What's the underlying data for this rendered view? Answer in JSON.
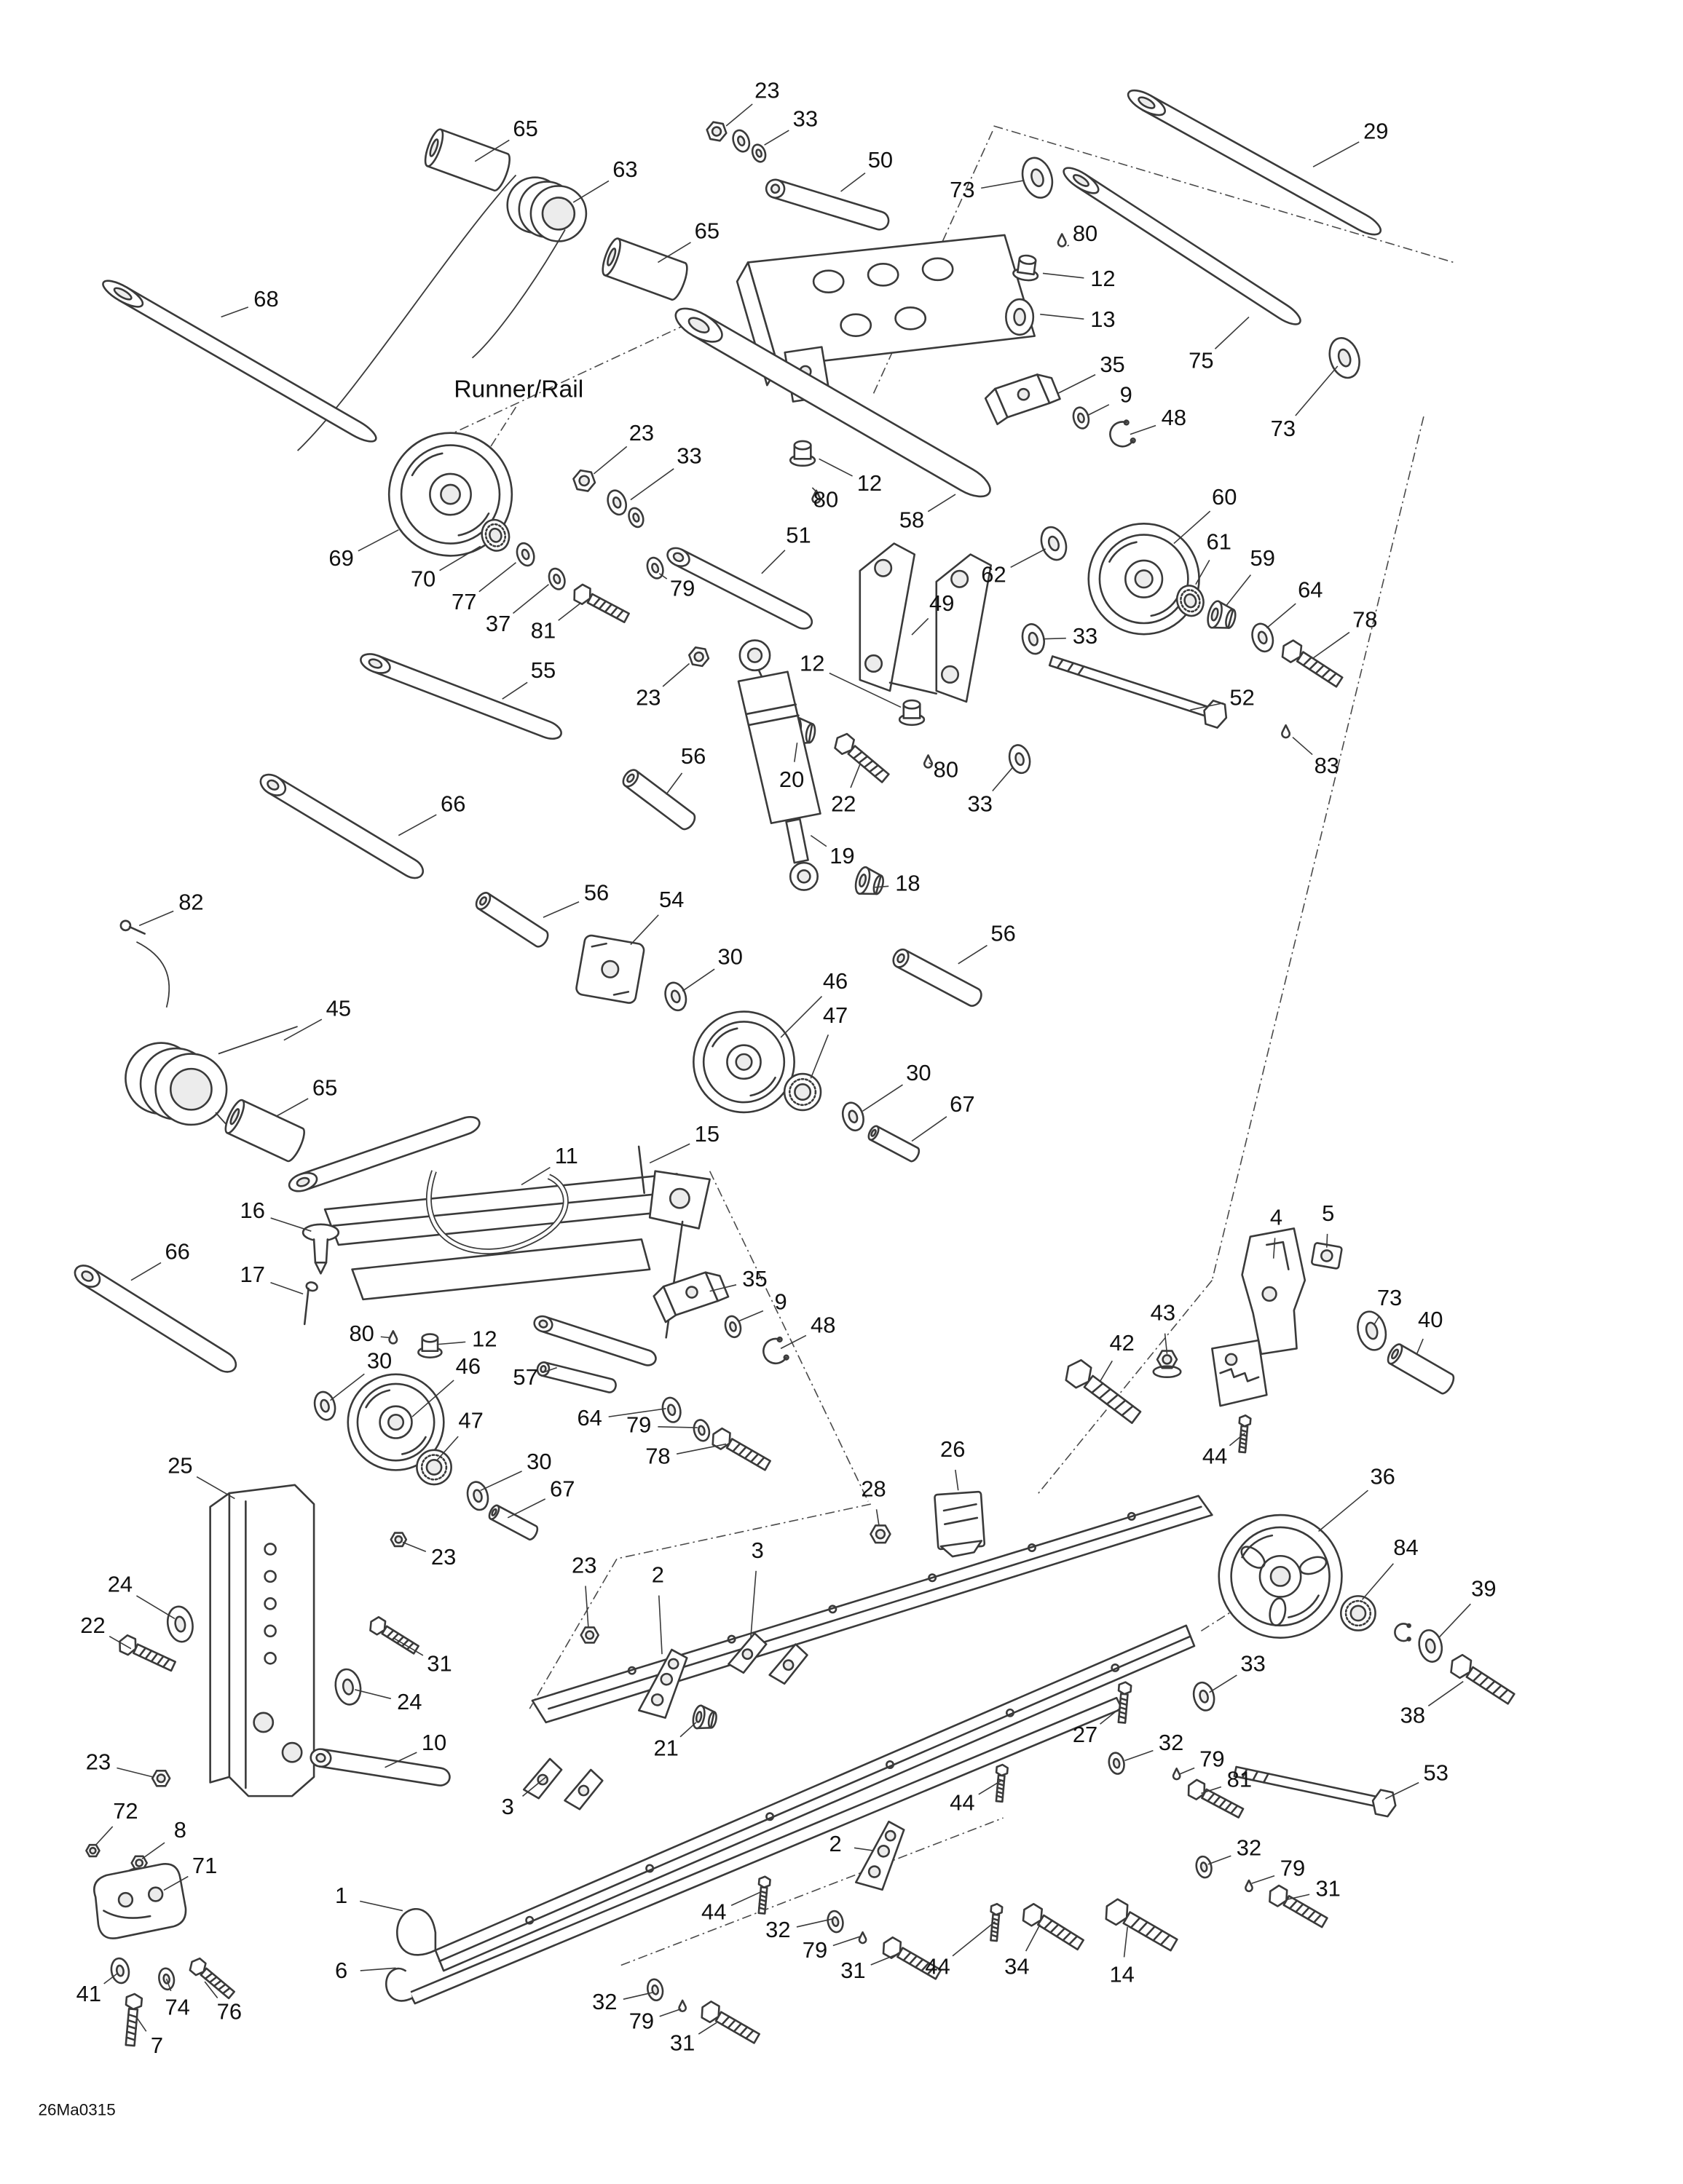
{
  "diagram": {
    "runner_rail_label": "Runner/Rail",
    "doc_code": "26Ma0315"
  },
  "colors": {
    "line": "#3a3a3a",
    "background": "#ffffff",
    "label_text": "#111111"
  },
  "labels": [
    [
      "65",
      385,
      95,
      348,
      118
    ],
    [
      "63",
      458,
      125,
      420,
      148
    ],
    [
      "23",
      562,
      67,
      532,
      92
    ],
    [
      "33",
      590,
      88,
      560,
      106
    ],
    [
      "50",
      645,
      118,
      616,
      140
    ],
    [
      "73",
      705,
      140,
      750,
      132
    ],
    [
      "29",
      1008,
      97,
      962,
      122
    ],
    [
      "65",
      518,
      170,
      482,
      192
    ],
    [
      "80",
      795,
      172,
      782,
      180
    ],
    [
      "12",
      808,
      205,
      764,
      200
    ],
    [
      "68",
      195,
      220,
      162,
      232
    ],
    [
      "13",
      808,
      235,
      762,
      230
    ],
    [
      "35",
      815,
      268,
      775,
      288
    ],
    [
      "9",
      825,
      290,
      797,
      304
    ],
    [
      "48",
      860,
      307,
      828,
      318
    ],
    [
      "75",
      880,
      265,
      915,
      232
    ],
    [
      "73",
      940,
      315,
      980,
      268
    ],
    [
      "23",
      470,
      318,
      435,
      347
    ],
    [
      "33",
      505,
      335,
      462,
      366
    ],
    [
      "60",
      897,
      365,
      860,
      398
    ],
    [
      "12",
      637,
      355,
      600,
      336
    ],
    [
      "80",
      605,
      367,
      600,
      362
    ],
    [
      "58",
      668,
      382,
      700,
      362
    ],
    [
      "61",
      893,
      398,
      876,
      428
    ],
    [
      "59",
      925,
      410,
      898,
      444
    ],
    [
      "51",
      585,
      393,
      558,
      420
    ],
    [
      "62",
      728,
      422,
      766,
      402
    ],
    [
      "64",
      960,
      433,
      928,
      460
    ],
    [
      "78",
      1000,
      455,
      962,
      482
    ],
    [
      "69",
      250,
      410,
      292,
      388
    ],
    [
      "70",
      310,
      425,
      352,
      400
    ],
    [
      "77",
      340,
      442,
      378,
      412
    ],
    [
      "37",
      365,
      458,
      402,
      428
    ],
    [
      "81",
      398,
      463,
      425,
      442
    ],
    [
      "79",
      500,
      432,
      483,
      420
    ],
    [
      "49",
      690,
      443,
      668,
      465
    ],
    [
      "33",
      795,
      467,
      764,
      468
    ],
    [
      "55",
      398,
      492,
      368,
      512
    ],
    [
      "23",
      475,
      512,
      505,
      486
    ],
    [
      "12",
      595,
      487,
      660,
      518
    ],
    [
      "52",
      910,
      512,
      872,
      520
    ],
    [
      "20",
      580,
      572,
      584,
      544
    ],
    [
      "22",
      618,
      590,
      630,
      560
    ],
    [
      "83",
      972,
      562,
      947,
      540
    ],
    [
      "56",
      508,
      555,
      488,
      582
    ],
    [
      "80",
      693,
      565,
      683,
      560
    ],
    [
      "33",
      718,
      590,
      742,
      562
    ],
    [
      "19",
      617,
      628,
      594,
      612
    ],
    [
      "18",
      665,
      648,
      641,
      650
    ],
    [
      "66",
      332,
      590,
      292,
      612
    ],
    [
      "56",
      437,
      655,
      398,
      672
    ],
    [
      "54",
      492,
      660,
      462,
      692
    ],
    [
      "82",
      140,
      662,
      102,
      678
    ],
    [
      "30",
      535,
      702,
      500,
      726
    ],
    [
      "46",
      612,
      720,
      572,
      760
    ],
    [
      "47",
      612,
      745,
      594,
      790
    ],
    [
      "56",
      735,
      685,
      702,
      706
    ],
    [
      "30",
      673,
      787,
      632,
      814
    ],
    [
      "67",
      705,
      810,
      668,
      836
    ],
    [
      "45",
      248,
      740,
      208,
      762
    ],
    [
      "65",
      238,
      798,
      202,
      818
    ],
    [
      "11",
      415,
      848,
      382,
      868
    ],
    [
      "15",
      518,
      832,
      476,
      852
    ],
    [
      "16",
      185,
      888,
      228,
      902
    ],
    [
      "17",
      185,
      935,
      222,
      948
    ],
    [
      "66",
      130,
      918,
      96,
      938
    ],
    [
      "80",
      265,
      978,
      285,
      980
    ],
    [
      "12",
      355,
      982,
      320,
      985
    ],
    [
      "35",
      553,
      938,
      520,
      946
    ],
    [
      "9",
      572,
      955,
      541,
      968
    ],
    [
      "48",
      603,
      972,
      572,
      988
    ],
    [
      "30",
      278,
      998,
      242,
      1026
    ],
    [
      "46",
      343,
      1002,
      302,
      1038
    ],
    [
      "57",
      385,
      1010,
      408,
      1002
    ],
    [
      "47",
      345,
      1042,
      320,
      1070
    ],
    [
      "64",
      432,
      1040,
      488,
      1032
    ],
    [
      "79",
      468,
      1045,
      511,
      1046
    ],
    [
      "78",
      482,
      1068,
      532,
      1058
    ],
    [
      "30",
      395,
      1072,
      352,
      1092
    ],
    [
      "67",
      412,
      1092,
      372,
      1112
    ],
    [
      "4",
      935,
      893,
      933,
      922
    ],
    [
      "5",
      973,
      890,
      972,
      914
    ],
    [
      "73",
      1018,
      952,
      1007,
      970
    ],
    [
      "40",
      1048,
      968,
      1038,
      992
    ],
    [
      "42",
      822,
      985,
      806,
      1012
    ],
    [
      "43",
      852,
      963,
      855,
      992
    ],
    [
      "44",
      890,
      1068,
      912,
      1050
    ],
    [
      "25",
      132,
      1075,
      172,
      1098
    ],
    [
      "23",
      325,
      1142,
      295,
      1130
    ],
    [
      "26",
      698,
      1063,
      702,
      1092
    ],
    [
      "28",
      640,
      1092,
      644,
      1118
    ],
    [
      "36",
      1013,
      1083,
      966,
      1122
    ],
    [
      "84",
      1030,
      1135,
      998,
      1172
    ],
    [
      "39",
      1087,
      1165,
      1054,
      1200
    ],
    [
      "24",
      88,
      1162,
      128,
      1186
    ],
    [
      "22",
      68,
      1192,
      96,
      1208
    ],
    [
      "31",
      322,
      1220,
      288,
      1200
    ],
    [
      "24",
      300,
      1248,
      260,
      1238
    ],
    [
      "23",
      428,
      1148,
      431,
      1192
    ],
    [
      "2",
      482,
      1155,
      485,
      1212
    ],
    [
      "3",
      555,
      1137,
      550,
      1200
    ],
    [
      "33",
      918,
      1220,
      886,
      1240
    ],
    [
      "38",
      1035,
      1258,
      1072,
      1232
    ],
    [
      "27",
      795,
      1272,
      820,
      1252
    ],
    [
      "32",
      858,
      1278,
      824,
      1290
    ],
    [
      "79",
      888,
      1290,
      864,
      1300
    ],
    [
      "81",
      908,
      1305,
      880,
      1314
    ],
    [
      "53",
      1052,
      1300,
      1015,
      1318
    ],
    [
      "23",
      72,
      1292,
      112,
      1302
    ],
    [
      "10",
      318,
      1278,
      282,
      1295
    ],
    [
      "21",
      488,
      1282,
      510,
      1262
    ],
    [
      "3",
      372,
      1325,
      400,
      1302
    ],
    [
      "44",
      705,
      1322,
      733,
      1305
    ],
    [
      "2",
      612,
      1352,
      640,
      1356
    ],
    [
      "32",
      915,
      1355,
      885,
      1366
    ],
    [
      "79",
      947,
      1370,
      917,
      1380
    ],
    [
      "31",
      973,
      1385,
      942,
      1392
    ],
    [
      "72",
      92,
      1328,
      70,
      1352
    ],
    [
      "8",
      132,
      1342,
      104,
      1362
    ],
    [
      "71",
      150,
      1368,
      120,
      1385
    ],
    [
      "1",
      250,
      1390,
      295,
      1400
    ],
    [
      "44",
      523,
      1402,
      558,
      1386
    ],
    [
      "32",
      570,
      1415,
      610,
      1406
    ],
    [
      "79",
      597,
      1430,
      630,
      1419
    ],
    [
      "31",
      625,
      1445,
      657,
      1432
    ],
    [
      "44",
      687,
      1442,
      729,
      1408
    ],
    [
      "34",
      745,
      1442,
      762,
      1410
    ],
    [
      "14",
      822,
      1448,
      826,
      1412
    ],
    [
      "6",
      250,
      1445,
      290,
      1442
    ],
    [
      "41",
      65,
      1462,
      86,
      1446
    ],
    [
      "74",
      130,
      1472,
      122,
      1450
    ],
    [
      "76",
      168,
      1475,
      150,
      1452
    ],
    [
      "7",
      115,
      1500,
      100,
      1478
    ],
    [
      "32",
      443,
      1468,
      478,
      1460
    ],
    [
      "79",
      470,
      1482,
      499,
      1472
    ],
    [
      "31",
      500,
      1498,
      525,
      1482
    ]
  ]
}
